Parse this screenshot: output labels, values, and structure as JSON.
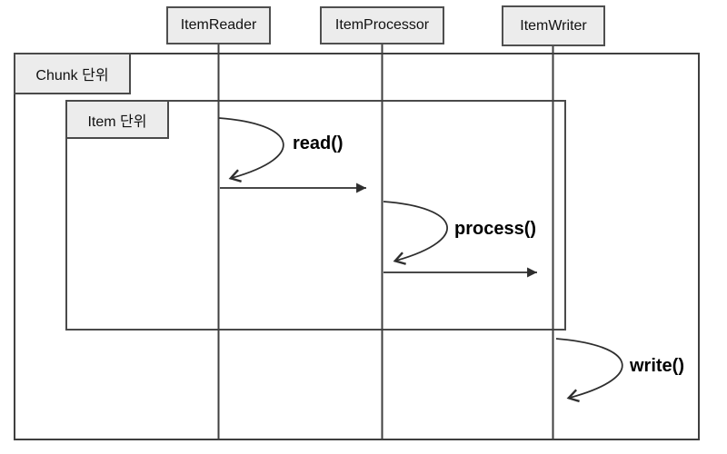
{
  "diagram": {
    "type": "sequence-diagram",
    "participants": [
      {
        "label": "ItemReader"
      },
      {
        "label": "ItemProcessor"
      },
      {
        "label": "ItemWriter"
      }
    ],
    "frames": [
      {
        "label": "Chunk 단위"
      },
      {
        "label": "Item 단위"
      }
    ],
    "messages": [
      {
        "type": "self-call",
        "on": "ItemReader",
        "label": "read()"
      },
      {
        "type": "message",
        "from": "ItemReader",
        "to": "ItemProcessor",
        "label": ""
      },
      {
        "type": "self-call",
        "on": "ItemProcessor",
        "label": "process()"
      },
      {
        "type": "message",
        "from": "ItemProcessor",
        "to": "ItemWriter",
        "label": ""
      },
      {
        "type": "self-call",
        "on": "ItemWriter",
        "label": "write()"
      }
    ],
    "colors": {
      "background": "#ffffff",
      "box_fill": "#ececec",
      "box_border": "#4f4f4f",
      "frame_line": "#3f3f3f",
      "arrow_line": "#2e2e2e",
      "text": "#000000"
    }
  }
}
